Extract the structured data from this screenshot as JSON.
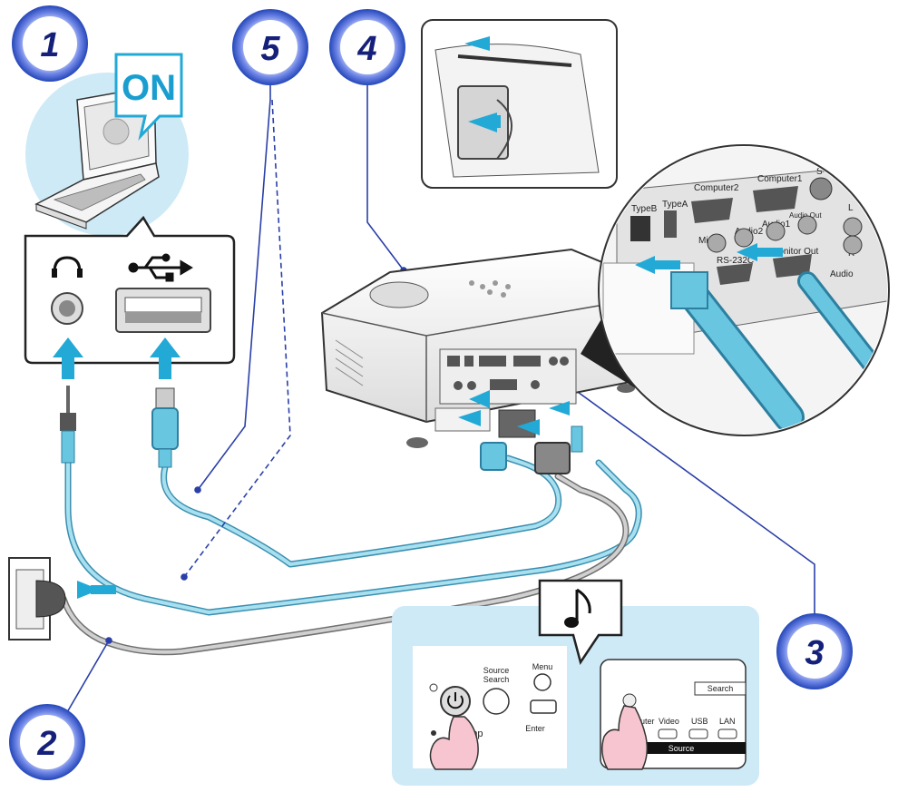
{
  "steps": {
    "step1": "1",
    "step2": "2",
    "step3": "3",
    "step4": "4",
    "step5": "5"
  },
  "laptop": {
    "on_label": "ON"
  },
  "ports": {
    "typeB": "TypeB",
    "typeA": "TypeA",
    "computer2": "Computer2",
    "computer1": "Computer1",
    "svideo": "S-Video",
    "mic": "Mic",
    "audio2": "Audio2",
    "audio1": "Audio1",
    "audio_out": "Audio Out",
    "rs232c": "RS-232C",
    "monitor_out": "Monitor Out",
    "audio": "Audio",
    "left": "L",
    "right": "R"
  },
  "control_panel": {
    "source_search": [
      "Source",
      "Search"
    ],
    "menu": "Menu",
    "enter": "Enter",
    "lamp": "Lamp"
  },
  "remote": {
    "search": "Search",
    "computer": "Computer",
    "video": "Video",
    "usb": "USB",
    "lan": "LAN",
    "source": "Source"
  },
  "colors": {
    "step_badge": "#2446b8",
    "cable_blue": "#69c6e0",
    "arrow_blue": "#22a9d6",
    "panel_bg": "#cdeaf6"
  },
  "icons": {
    "headphone": "headphone-icon",
    "usb": "usb-icon",
    "power": "power-icon",
    "music_note": "music-note-icon"
  }
}
